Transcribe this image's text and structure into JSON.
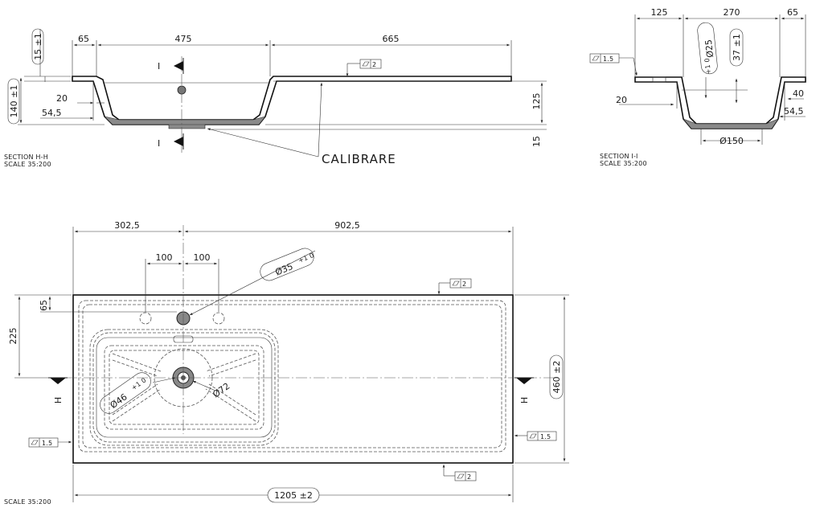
{
  "section_h": {
    "title": "SECTION H-H",
    "scale": "SCALE 35:200",
    "dims": {
      "left": "65",
      "basin": "475",
      "shelf": "665",
      "thickness_tol": "15 ±1",
      "height_tol": "140 ±1",
      "inset": "20",
      "wall": "54,5",
      "depth": "125",
      "bottom": "15"
    },
    "flatness": "2",
    "cut_mark": "I",
    "note": "CALIBRARE"
  },
  "section_i": {
    "title": "SECTION I-I",
    "scale": "SCALE 35:200",
    "dims": {
      "left": "125",
      "mid": "270",
      "right": "65",
      "hole": "Ø25",
      "hole_tol": "+1 0",
      "depth_tol": "37 ±1",
      "inset": "20",
      "wall_right": "40",
      "wall": "54,5",
      "drain": "Ø150"
    },
    "flatness": "1.5"
  },
  "plan": {
    "scale": "SCALE 35:200",
    "dims": {
      "left": "302,5",
      "right": "902,5",
      "offset_a": "100",
      "offset_b": "100",
      "tap_hole": "Ø35",
      "tap_hole_tol": "+1 0",
      "edge_y": "65",
      "center_y": "225",
      "width_tol": "460 ±2",
      "length_tol": "1205 ±2",
      "waste": "Ø46",
      "waste_tol": "+1 0",
      "drain": "Ø72"
    },
    "flatness_top": "2",
    "flatness_bottom": "2",
    "flatness_left": "1.5",
    "flatness_right": "1.5",
    "cut_mark": "H"
  }
}
